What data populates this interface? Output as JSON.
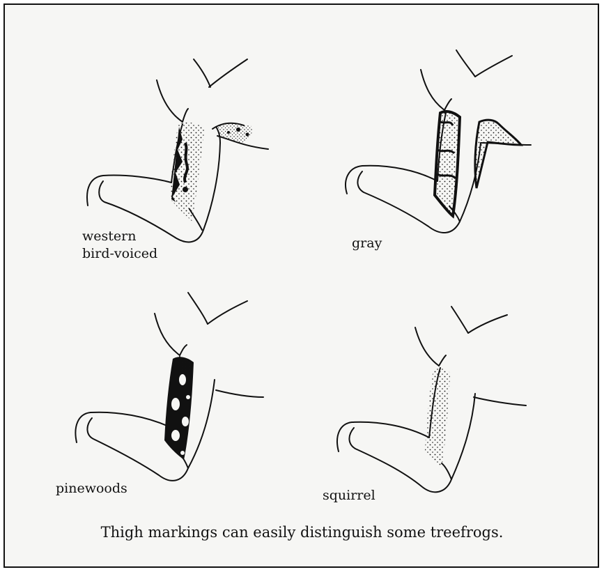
{
  "panels": [
    {
      "id": "western",
      "label_line1": "western",
      "label_line2": "bird-voiced"
    },
    {
      "id": "gray",
      "label_line1": "gray"
    },
    {
      "id": "pinewoods",
      "label_line1": "pinewoods"
    },
    {
      "id": "squirrel",
      "label_line1": "squirrel"
    }
  ],
  "caption": "Thigh markings can easily distinguish some treefrogs.",
  "colors": {
    "ink": "#111111",
    "paper": "#f6f6f4"
  }
}
